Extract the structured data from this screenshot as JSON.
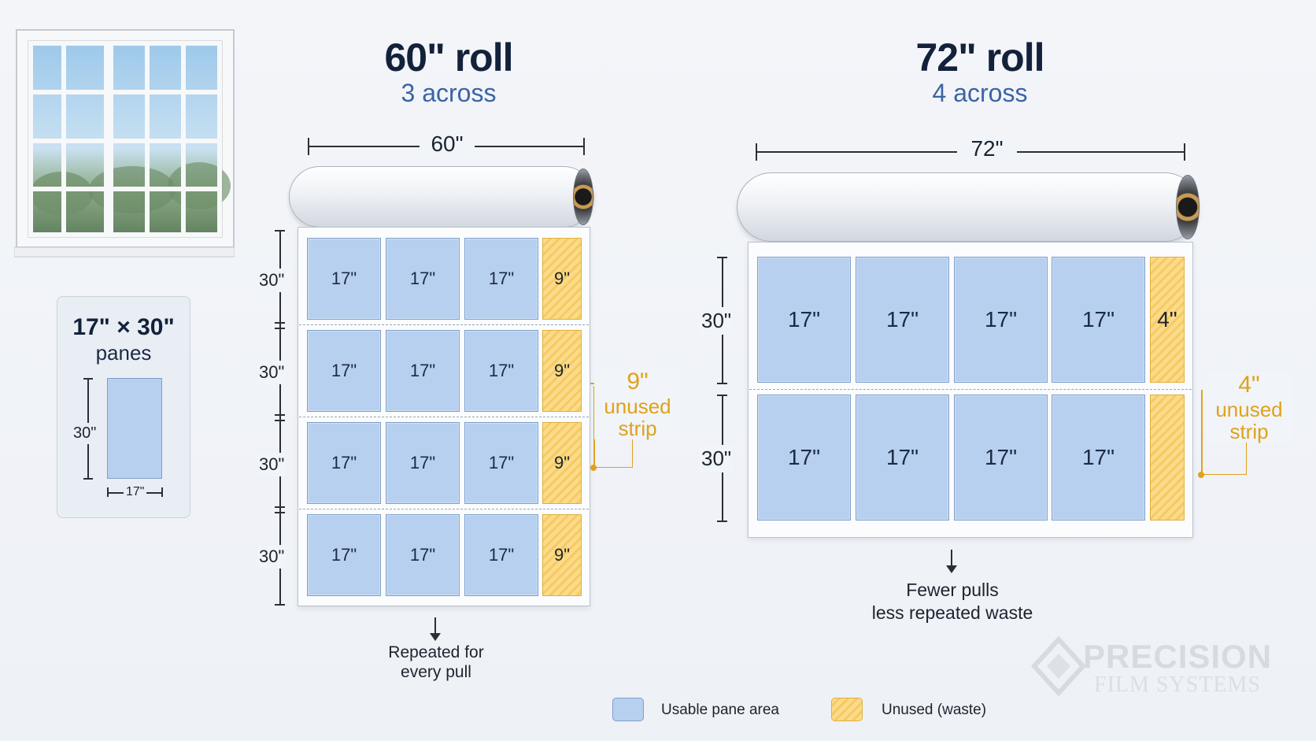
{
  "left": {
    "title": "60\" roll",
    "subtitle": "3 across",
    "width_label": "60\"",
    "row_label": "30\"",
    "pane_label": "17\"",
    "waste_label": "9\"",
    "rows": 4,
    "cols": 3,
    "callout": {
      "value": "9\"",
      "line1": "unused",
      "line2": "strip"
    },
    "note": {
      "line1": "Repeated for",
      "line2": "every pull"
    }
  },
  "right": {
    "title": "72\" roll",
    "subtitle": "4 across",
    "width_label": "72\"",
    "row_label": "30\"",
    "pane_label": "17\"",
    "waste_label": "4\"",
    "rows": 2,
    "cols": 4,
    "callout": {
      "value": "4\"",
      "line1": "unused",
      "line2": "strip"
    },
    "note": {
      "line1": "Fewer pulls",
      "line2": "less repeated waste"
    }
  },
  "pane_card": {
    "title": "17\" × 30\"",
    "subtitle": "panes",
    "height_label": "30\"",
    "width_label": "17\""
  },
  "legend": {
    "usable": "Usable pane area",
    "unused": "Unused (waste)"
  },
  "logo": {
    "line1": "PRECISION",
    "line2": "FILM SYSTEMS"
  },
  "colors": {
    "pane": "#b7d0ef",
    "waste": "#fbdb8a",
    "accent": "#e0a21a",
    "subtitle": "#3b64a3"
  }
}
